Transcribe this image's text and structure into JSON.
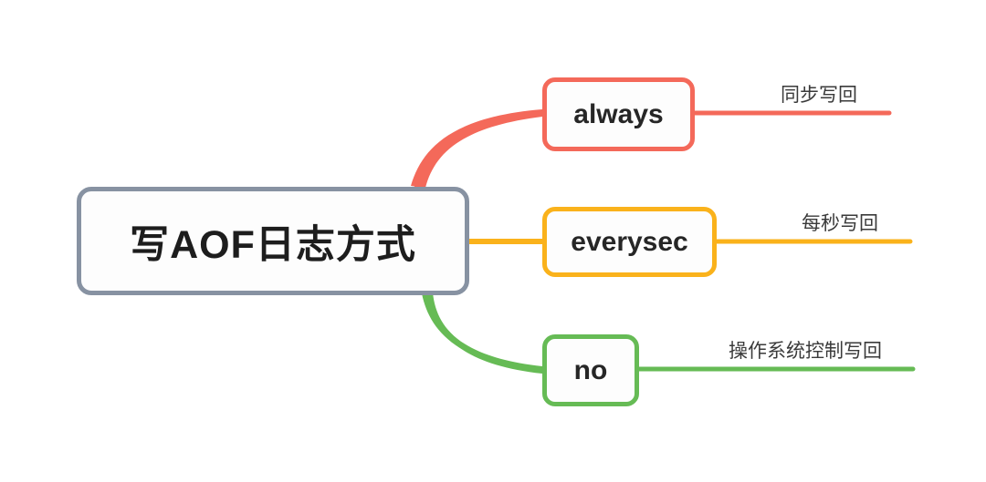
{
  "diagram": {
    "type": "mind-map",
    "background_color": "#ffffff",
    "root": {
      "label": "写AOF日志方式",
      "border_color": "#8792a2",
      "text_color": "#1d1d1d"
    },
    "branches": [
      {
        "id": "always",
        "label": "always",
        "annotation": "同步写回",
        "color": "#f4695a",
        "connector": "curve-up"
      },
      {
        "id": "everysec",
        "label": "everysec",
        "annotation": "每秒写回",
        "color": "#fab21b",
        "connector": "straight"
      },
      {
        "id": "no",
        "label": "no",
        "annotation": "操作系统控制写回",
        "color": "#66bb55",
        "connector": "curve-down"
      }
    ]
  }
}
